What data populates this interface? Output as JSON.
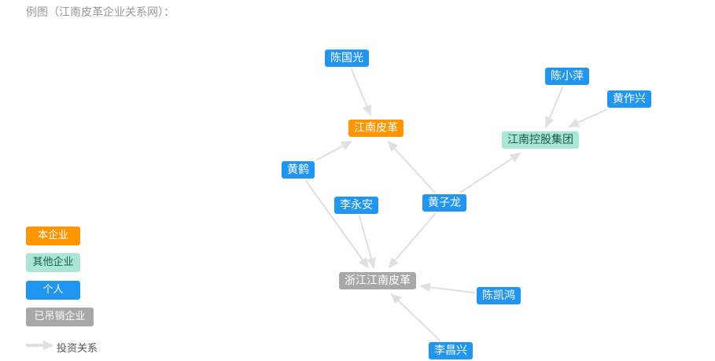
{
  "caption": "例图（江南皮革企业关系网）：",
  "colors": {
    "self": "#ff9500",
    "other": "#aae6d8",
    "person": "#2196f0",
    "revoked": "#a8a8a8",
    "edge": "#e0e0e0"
  },
  "nodes": {
    "chenguoguang": {
      "label": "陈国光",
      "type": "person"
    },
    "jiangnanpige": {
      "label": "江南皮革",
      "type": "self"
    },
    "chenxiaoping": {
      "label": "陈小萍",
      "type": "person"
    },
    "huangzuoxing": {
      "label": "黄作兴",
      "type": "person"
    },
    "jiangnankonggu": {
      "label": "江南控股集团",
      "type": "other"
    },
    "huanghe": {
      "label": "黄鹤",
      "type": "person"
    },
    "liyongan": {
      "label": "李永安",
      "type": "person"
    },
    "huangzilong": {
      "label": "黄子龙",
      "type": "person"
    },
    "zhejiang": {
      "label": "浙江江南皮革",
      "type": "revoked"
    },
    "chenkaihong": {
      "label": "陈凯鸿",
      "type": "person"
    },
    "lichangxing": {
      "label": "李昌兴",
      "type": "person"
    }
  },
  "edges": [
    {
      "from": "chenguoguang",
      "to": "jiangnanpige"
    },
    {
      "from": "huanghe",
      "to": "jiangnanpige"
    },
    {
      "from": "huangzilong",
      "to": "jiangnanpige"
    },
    {
      "from": "chenxiaoping",
      "to": "jiangnankonggu"
    },
    {
      "from": "huangzuoxing",
      "to": "jiangnankonggu"
    },
    {
      "from": "huangzilong",
      "to": "jiangnankonggu"
    },
    {
      "from": "huanghe",
      "to": "zhejiang"
    },
    {
      "from": "liyongan",
      "to": "zhejiang"
    },
    {
      "from": "huangzilong",
      "to": "zhejiang"
    },
    {
      "from": "chenkaihong",
      "to": "zhejiang"
    },
    {
      "from": "lichangxing",
      "to": "zhejiang"
    }
  ],
  "legend": {
    "self": "本企业",
    "other": "其他企业",
    "person": "个人",
    "revoked": "已吊销企业",
    "relation": "投资关系"
  }
}
